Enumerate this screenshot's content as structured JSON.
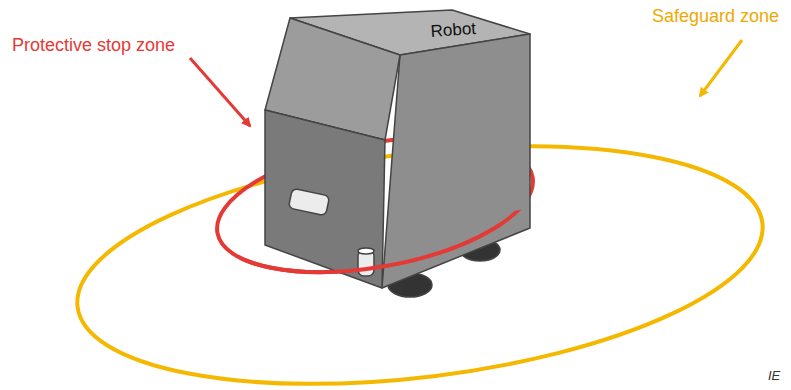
{
  "diagram": {
    "labels": [
      "Protective stop zone",
      "Safeguard zone",
      "Robot",
      "IE"
    ]
  }
}
